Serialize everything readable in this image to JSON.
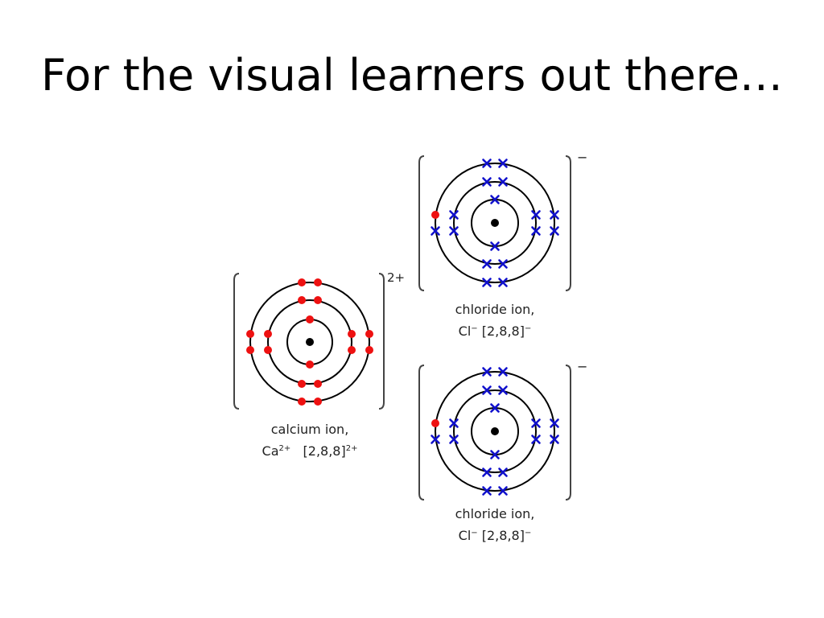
{
  "slide": {
    "title": "For the visual learners out there…"
  },
  "colors": {
    "electron_red": "#ee1111",
    "electron_blue": "#1111cc",
    "shell": "#000000",
    "bracket": "#444444"
  },
  "ions": [
    {
      "id": "calcium",
      "label": "calcium ion,",
      "symbol": "Ca",
      "symbol_charge": "2+",
      "configuration": "[2,8,8]",
      "config_charge": "2+",
      "charge": "2+",
      "shells": [
        2,
        8,
        8
      ],
      "electron_marker": "dot",
      "electron_color": "#ee1111"
    },
    {
      "id": "chloride-top",
      "label": "chloride ion,",
      "symbol": "Cl",
      "symbol_charge": "−",
      "configuration": "[2,8,8]",
      "config_charge": "−",
      "charge": "−",
      "shells": [
        2,
        8,
        8
      ],
      "electron_marker": "cross",
      "electron_color": "#1111cc",
      "gained_electron_color": "#ee1111"
    },
    {
      "id": "chloride-bottom",
      "label": "chloride ion,",
      "symbol": "Cl",
      "symbol_charge": "−",
      "configuration": "[2,8,8]",
      "config_charge": "−",
      "charge": "−",
      "shells": [
        2,
        8,
        8
      ],
      "electron_marker": "cross",
      "electron_color": "#1111cc",
      "gained_electron_color": "#ee1111"
    }
  ]
}
